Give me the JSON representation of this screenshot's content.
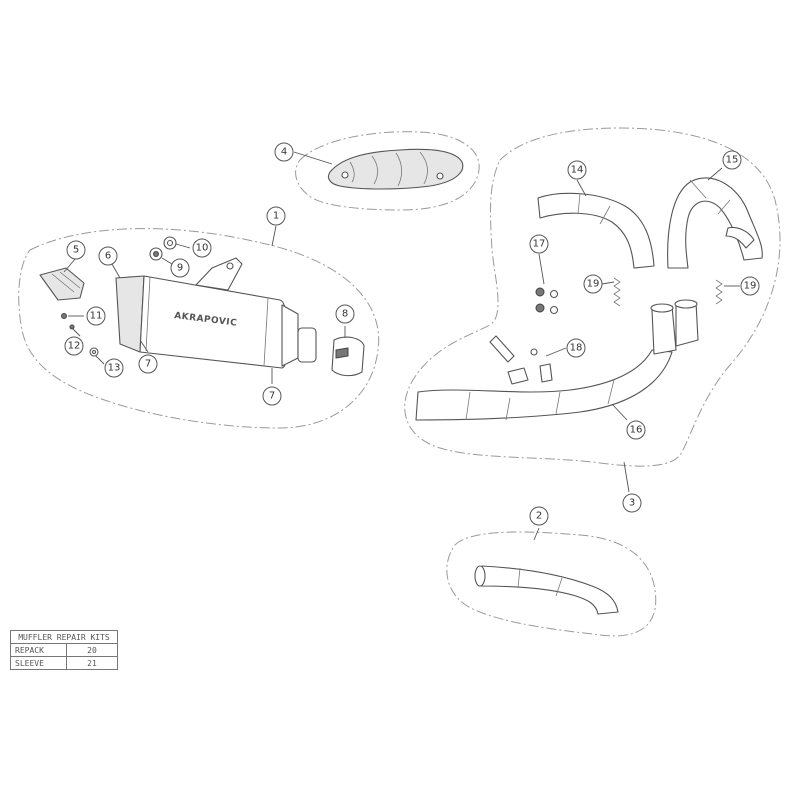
{
  "diagram": {
    "brand_mark": "AKRAPOVIC",
    "callouts": [
      {
        "id": "callout-1",
        "label": "1"
      },
      {
        "id": "callout-2",
        "label": "2"
      },
      {
        "id": "callout-3",
        "label": "3"
      },
      {
        "id": "callout-4",
        "label": "4"
      },
      {
        "id": "callout-5",
        "label": "5"
      },
      {
        "id": "callout-6",
        "label": "6"
      },
      {
        "id": "callout-7a",
        "label": "7"
      },
      {
        "id": "callout-7b",
        "label": "7"
      },
      {
        "id": "callout-8",
        "label": "8"
      },
      {
        "id": "callout-9",
        "label": "9"
      },
      {
        "id": "callout-10",
        "label": "10"
      },
      {
        "id": "callout-11",
        "label": "11"
      },
      {
        "id": "callout-12",
        "label": "12"
      },
      {
        "id": "callout-13",
        "label": "13"
      },
      {
        "id": "callout-14",
        "label": "14"
      },
      {
        "id": "callout-15",
        "label": "15"
      },
      {
        "id": "callout-16",
        "label": "16"
      },
      {
        "id": "callout-17",
        "label": "17"
      },
      {
        "id": "callout-18",
        "label": "18"
      },
      {
        "id": "callout-19a",
        "label": "19"
      },
      {
        "id": "callout-19b",
        "label": "19"
      }
    ]
  },
  "repair_kits": {
    "title": "MUFFLER REPAIR KITS",
    "rows": [
      {
        "name": "REPACK",
        "number": "20"
      },
      {
        "name": "SLEEVE",
        "number": "21"
      }
    ]
  }
}
